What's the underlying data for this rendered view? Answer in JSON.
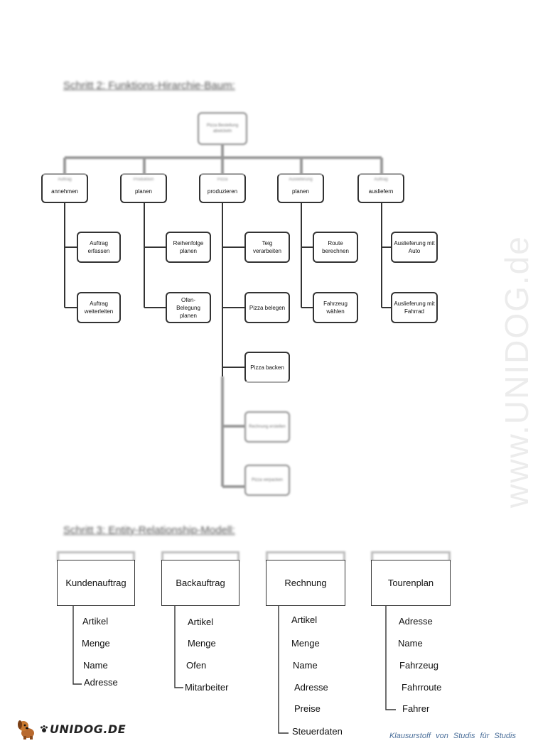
{
  "headings": {
    "step2": "Schritt 2: Funktions-Hirarchie-Baum:",
    "step3": "Schritt 3: Entity-Relationship-Modell:"
  },
  "tree": {
    "root": "Pizza Bestellung abwickeln",
    "branches": [
      {
        "caption": "Auftrag",
        "label": "annehmen",
        "children": [
          "Auftrag erfassen",
          "Auftrag weiterleiten"
        ]
      },
      {
        "caption": "Produktion",
        "label": "planen",
        "children": [
          "Reihenfolge planen",
          "Ofen- Belegung planen"
        ]
      },
      {
        "caption": "Pizza",
        "label": "produzieren",
        "children": [
          "Teig verarbeiten",
          "Pizza belegen",
          "Pizza backen",
          "Rechnung erstellen",
          "Pizza verpacken"
        ]
      },
      {
        "caption": "Auslieferung",
        "label": "planen",
        "children": [
          "Route berechnen",
          "Fahrzeug wählen"
        ]
      },
      {
        "caption": "Auftrag",
        "label": "ausliefern",
        "children": [
          "Auslieferung mit Auto",
          "Auslieferung mit Fahrrad"
        ]
      }
    ]
  },
  "entities": [
    {
      "name": "Kundenauftrag",
      "attributes": [
        "Artikel",
        "Menge",
        "Name",
        "Adresse"
      ]
    },
    {
      "name": "Backauftrag",
      "attributes": [
        "Artikel",
        "Menge",
        "Ofen",
        "Mitarbeiter"
      ]
    },
    {
      "name": "Rechnung",
      "attributes": [
        "Artikel",
        "Menge",
        "Name",
        "Adresse",
        "Preise",
        "Steuerdaten"
      ]
    },
    {
      "name": "Tourenplan",
      "attributes": [
        "Adresse",
        "Name",
        "Fahrzeug",
        "Fahrroute",
        "Fahrer"
      ]
    }
  ],
  "watermark": "www.UNIDOG.de",
  "logo": {
    "text": "UNIDOG.DE",
    "icon": "dog-icon"
  },
  "footer": "Klausurstoff von Studis für Studis",
  "colors": {
    "footer": "#4b6f9a",
    "line": "#333333",
    "blurred_line": "#999999"
  }
}
